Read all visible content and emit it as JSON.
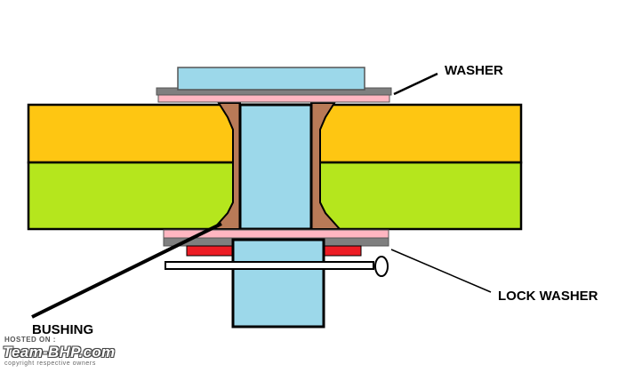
{
  "labels": {
    "washer": "WASHER",
    "lock_washer": "LOCK WASHER",
    "bushing": "BUSHING"
  },
  "watermark": {
    "hosted_on": "HOSTED ON :",
    "logo": "Team-BHP.com",
    "copyright": "copyright respective owners"
  },
  "colors": {
    "pin_blue": "#9cd8ea",
    "upper_plate": "#fec612",
    "lower_plate": "#b5e61d",
    "bushing_brown": "#b97a57",
    "washer_gray": "#7f7f7f",
    "washer_pink": "#ffb6c1",
    "lock_washer_red": "#ed1c24",
    "outline": "#000000"
  }
}
